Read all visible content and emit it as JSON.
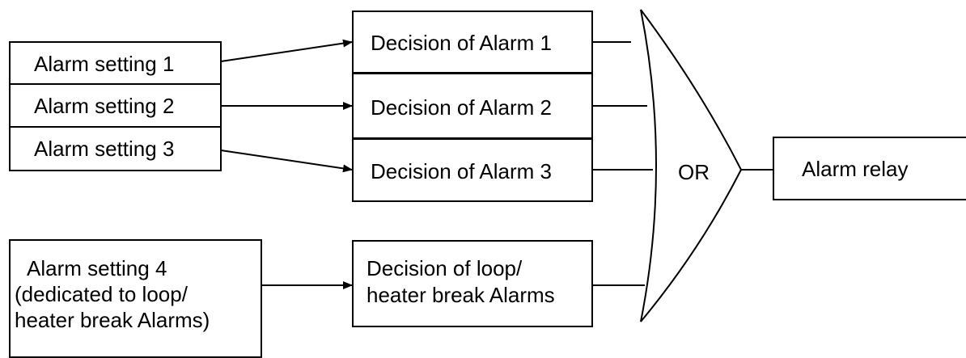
{
  "inputs": {
    "setting1": "Alarm setting 1",
    "setting2": "Alarm setting 2",
    "setting3": "Alarm setting 3",
    "setting4_line1": "Alarm setting 4",
    "setting4_line2": "(dedicated to loop/",
    "setting4_line3": "heater break Alarms)"
  },
  "decisions": {
    "alarm1": "Decision of Alarm 1",
    "alarm2": "Decision of Alarm 2",
    "alarm3": "Decision of Alarm 3",
    "loop_line1": "Decision of loop/",
    "loop_line2": "heater break Alarms"
  },
  "gate": {
    "label": "OR"
  },
  "output": {
    "label": "Alarm relay"
  }
}
